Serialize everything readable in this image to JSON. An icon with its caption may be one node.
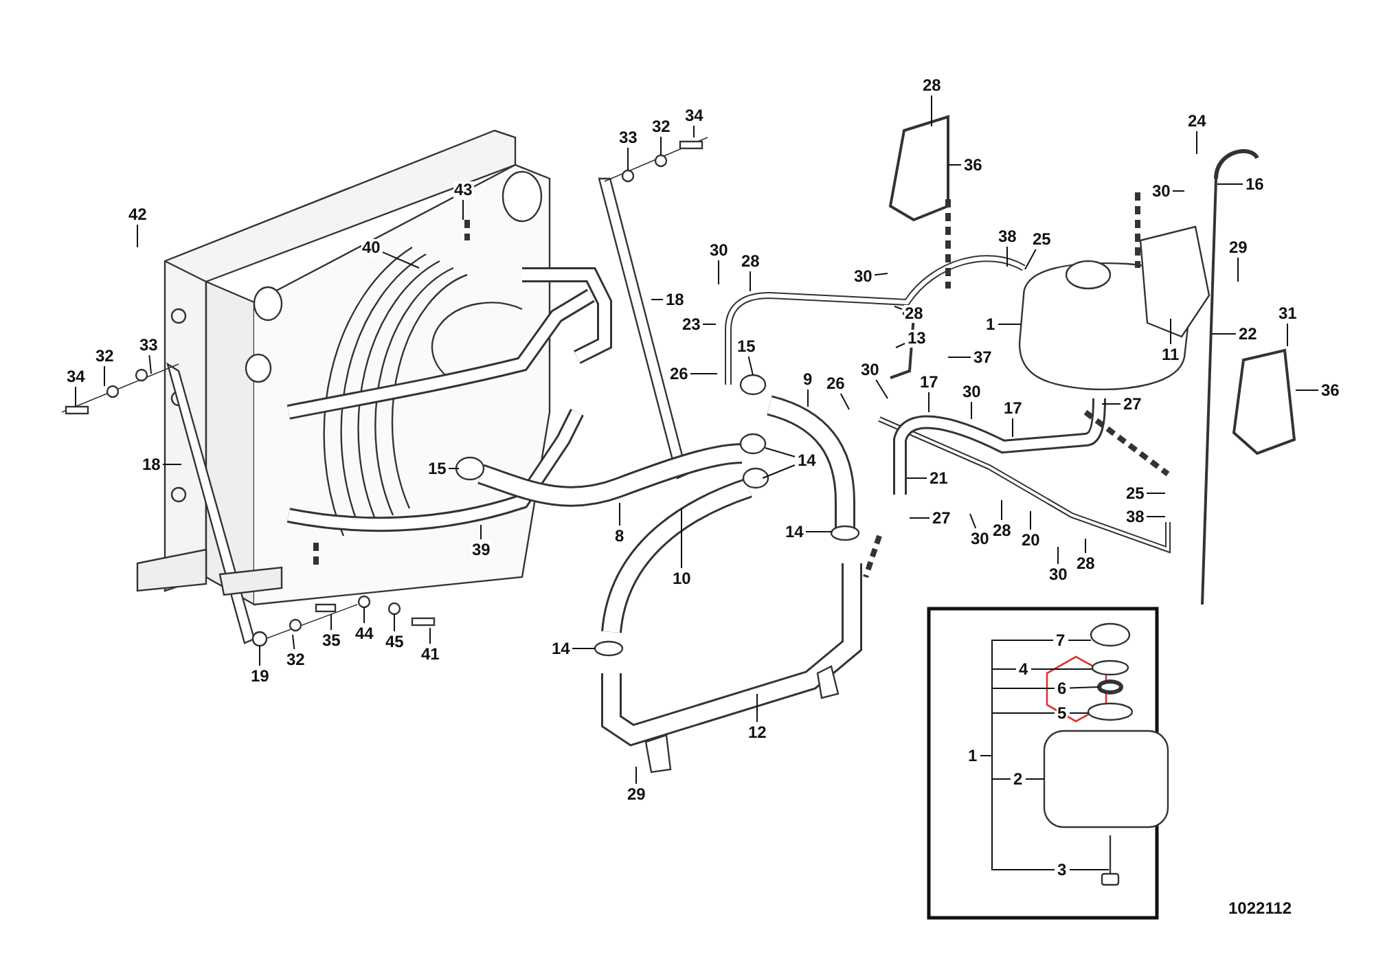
{
  "diagram": {
    "nodes": [
      {
        "text": [
          "28"
        ]
      },
      {
        "text": [
          "24"
        ]
      },
      {
        "text": [
          "33"
        ]
      },
      {
        "text": [
          "32"
        ]
      },
      {
        "text": [
          "34"
        ]
      },
      {
        "text": [
          "36"
        ]
      },
      {
        "text": [
          "16"
        ]
      },
      {
        "text": [
          "30"
        ]
      },
      {
        "text": [
          "43"
        ]
      },
      {
        "text": [
          "42"
        ]
      },
      {
        "text": [
          "38"
        ]
      },
      {
        "text": [
          "25"
        ]
      },
      {
        "text": [
          "40"
        ]
      },
      {
        "text": [
          "30"
        ]
      },
      {
        "text": [
          "28"
        ]
      },
      {
        "text": [
          "29"
        ]
      },
      {
        "text": [
          "30"
        ]
      },
      {
        "text": [
          "18"
        ]
      },
      {
        "text": [
          "28"
        ]
      },
      {
        "text": [
          "31"
        ]
      },
      {
        "text": [
          "1"
        ]
      },
      {
        "text": [
          "23"
        ]
      },
      {
        "text": [
          "13"
        ]
      },
      {
        "text": [
          "15"
        ]
      },
      {
        "text": [
          "22"
        ]
      },
      {
        "text": [
          "34"
        ]
      },
      {
        "text": [
          "32"
        ]
      },
      {
        "text": [
          "33"
        ]
      },
      {
        "text": [
          "11"
        ]
      },
      {
        "text": [
          "37"
        ]
      },
      {
        "text": [
          "26"
        ]
      },
      {
        "text": [
          "30"
        ]
      },
      {
        "text": [
          "9"
        ]
      },
      {
        "text": [
          "26"
        ]
      },
      {
        "text": [
          "17"
        ]
      },
      {
        "text": [
          "36"
        ]
      },
      {
        "text": [
          "30"
        ]
      },
      {
        "text": [
          "17"
        ]
      },
      {
        "text": [
          "27"
        ]
      },
      {
        "text": [
          "18"
        ]
      },
      {
        "text": [
          "15"
        ]
      },
      {
        "text": [
          "14"
        ]
      },
      {
        "text": [
          "21"
        ]
      },
      {
        "text": [
          "25"
        ]
      },
      {
        "text": [
          "38"
        ]
      },
      {
        "text": [
          "27"
        ]
      },
      {
        "text": [
          "14"
        ]
      },
      {
        "text": [
          "39"
        ]
      },
      {
        "text": [
          "8"
        ]
      },
      {
        "text": [
          "28"
        ]
      },
      {
        "text": [
          "20"
        ]
      },
      {
        "text": [
          "30"
        ]
      },
      {
        "text": [
          "10"
        ]
      },
      {
        "text": [
          "30"
        ]
      },
      {
        "text": [
          "28"
        ]
      },
      {
        "text": [
          "44"
        ]
      },
      {
        "text": [
          "45"
        ]
      },
      {
        "text": [
          "41"
        ]
      },
      {
        "text": [
          "35"
        ]
      },
      {
        "text": [
          "32"
        ]
      },
      {
        "text": [
          "19"
        ]
      },
      {
        "text": [
          "14"
        ]
      },
      {
        "text": [
          "12"
        ]
      },
      {
        "text": [
          "29"
        ]
      },
      {
        "text": [
          "7"
        ]
      },
      {
        "text": [
          "4"
        ]
      },
      {
        "text": [
          "6"
        ]
      },
      {
        "text": [
          "5"
        ]
      },
      {
        "text": [
          "1"
        ]
      },
      {
        "text": [
          "2"
        ]
      },
      {
        "text": [
          "3"
        ]
      },
      {
        "text": [],
        "shape": "circle"
      },
      {
        "text": [],
        "shape": "circle"
      },
      {
        "text": [],
        "shape": "circle"
      },
      {
        "text": [],
        "shape": "circle"
      },
      {
        "text": [],
        "shape": "box"
      },
      {
        "text": [],
        "shape": "box"
      }
    ],
    "edges": [
      {
        "from": 0,
        "to": null,
        "arrow": "none"
      },
      {
        "from": 1,
        "to": null,
        "arrow": "none"
      },
      {
        "from": 2,
        "to": null,
        "arrow": "none"
      },
      {
        "from": 3,
        "to": null,
        "arrow": "none"
      },
      {
        "from": 4,
        "to": null,
        "arrow": "none"
      },
      {
        "from": 5,
        "to": null,
        "arrow": "none"
      },
      {
        "from": 6,
        "to": null,
        "arrow": "none"
      },
      {
        "from": 7,
        "to": null,
        "arrow": "none"
      },
      {
        "from": 8,
        "to": null,
        "arrow": "none"
      },
      {
        "from": 9,
        "to": null,
        "arrow": "none"
      },
      {
        "from": 10,
        "to": null,
        "arrow": "none"
      },
      {
        "from": 11,
        "to": null,
        "arrow": "none"
      },
      {
        "from": 12,
        "to": null,
        "arrow": "none"
      },
      {
        "from": 13,
        "to": null,
        "arrow": "none"
      },
      {
        "from": 14,
        "to": null,
        "arrow": "none"
      },
      {
        "from": 15,
        "to": null,
        "arrow": "none"
      },
      {
        "from": 16,
        "to": null,
        "arrow": "none"
      },
      {
        "from": 17,
        "to": null,
        "arrow": "none"
      },
      {
        "from": 18,
        "to": null,
        "arrow": "none"
      },
      {
        "from": 19,
        "to": null,
        "arrow": "none"
      },
      {
        "from": 20,
        "to": null,
        "arrow": "none"
      },
      {
        "from": 21,
        "to": null,
        "arrow": "none"
      },
      {
        "from": 22,
        "to": null,
        "arrow": "none"
      },
      {
        "from": 23,
        "to": null,
        "arrow": "none"
      },
      {
        "from": 24,
        "to": null,
        "arrow": "none"
      },
      {
        "from": 25,
        "to": null,
        "arrow": "none"
      },
      {
        "from": 26,
        "to": null,
        "arrow": "none"
      },
      {
        "from": 27,
        "to": null,
        "arrow": "none"
      },
      {
        "from": 28,
        "to": null,
        "arrow": "none"
      },
      {
        "from": 29,
        "to": null,
        "arrow": "none"
      },
      {
        "from": 30,
        "to": null,
        "arrow": "none"
      },
      {
        "from": 31,
        "to": null,
        "arrow": "none"
      },
      {
        "from": 32,
        "to": null,
        "arrow": "none"
      },
      {
        "from": 33,
        "to": null,
        "arrow": "none"
      },
      {
        "from": 34,
        "to": null,
        "arrow": "none"
      },
      {
        "from": 35,
        "to": null,
        "arrow": "none"
      },
      {
        "from": 36,
        "to": null,
        "arrow": "none"
      },
      {
        "from": 37,
        "to": null,
        "arrow": "none"
      },
      {
        "from": 38,
        "to": null,
        "arrow": "none"
      },
      {
        "from": 39,
        "to": null,
        "arrow": "none"
      },
      {
        "from": 40,
        "to": null,
        "arrow": "none"
      },
      {
        "from": 41,
        "to": null,
        "arrow": "none"
      },
      {
        "from": 41,
        "to": null,
        "arrow": "none"
      },
      {
        "from": 42,
        "to": null,
        "arrow": "none"
      },
      {
        "from": 43,
        "to": null,
        "arrow": "none"
      },
      {
        "from": 44,
        "to": null,
        "arrow": "none"
      },
      {
        "from": 45,
        "to": null,
        "arrow": "none"
      },
      {
        "from": 46,
        "to": null,
        "arrow": "none"
      },
      {
        "from": 47,
        "to": null,
        "arrow": "none"
      },
      {
        "from": 48,
        "to": null,
        "arrow": "none"
      },
      {
        "from": 49,
        "to": null,
        "arrow": "none"
      },
      {
        "from": 50,
        "to": null,
        "arrow": "none"
      },
      {
        "from": 51,
        "to": null,
        "arrow": "none"
      },
      {
        "from": 52,
        "to": null,
        "arrow": "none"
      },
      {
        "from": 53,
        "to": null,
        "arrow": "none"
      },
      {
        "from": 54,
        "to": null,
        "arrow": "none"
      },
      {
        "from": 55,
        "to": null,
        "arrow": "none"
      },
      {
        "from": 56,
        "to": null,
        "arrow": "none"
      },
      {
        "from": 57,
        "to": null,
        "arrow": "none"
      },
      {
        "from": 58,
        "to": null,
        "arrow": "none"
      },
      {
        "from": 59,
        "to": null,
        "arrow": "none"
      },
      {
        "from": 60,
        "to": null,
        "arrow": "none"
      },
      {
        "from": 61,
        "to": null,
        "arrow": "none"
      },
      {
        "from": 62,
        "to": null,
        "arrow": "none"
      },
      {
        "from": 63,
        "to": null,
        "arrow": "none"
      },
      {
        "from": 64,
        "to": 71,
        "arrow": "none"
      },
      {
        "from": 65,
        "to": 72,
        "arrow": "none"
      },
      {
        "from": 66,
        "to": 73,
        "arrow": "none"
      },
      {
        "from": 67,
        "to": 74,
        "arrow": "none"
      },
      {
        "from": 68,
        "to": 64,
        "arrow": "none"
      },
      {
        "from": 68,
        "to": 65,
        "arrow": "none"
      },
      {
        "from": 68,
        "to": 66,
        "arrow": "none"
      },
      {
        "from": 68,
        "to": 67,
        "arrow": "none"
      },
      {
        "from": 68,
        "to": 69,
        "arrow": "none"
      },
      {
        "from": 68,
        "to": 70,
        "arrow": "none"
      },
      {
        "from": 69,
        "to": 75,
        "arrow": "none"
      },
      {
        "from": 70,
        "to": 76,
        "arrow": "none"
      }
    ],
    "labels": [
      "1022112"
    ]
  }
}
